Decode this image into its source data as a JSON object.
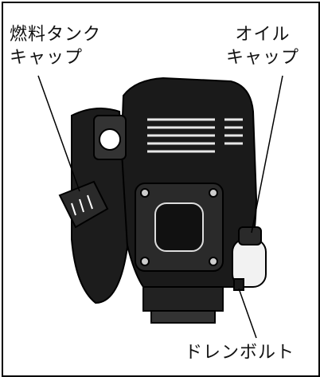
{
  "labels": {
    "fuel_cap": {
      "line1": "燃料タンク",
      "line2": "キャップ"
    },
    "oil_cap": {
      "line1": "オイル",
      "line2": "キャップ"
    },
    "drain_bolt": "ドレンボルト"
  },
  "colors": {
    "ink": "#111111",
    "frame": "#000000",
    "background": "#ffffff"
  }
}
